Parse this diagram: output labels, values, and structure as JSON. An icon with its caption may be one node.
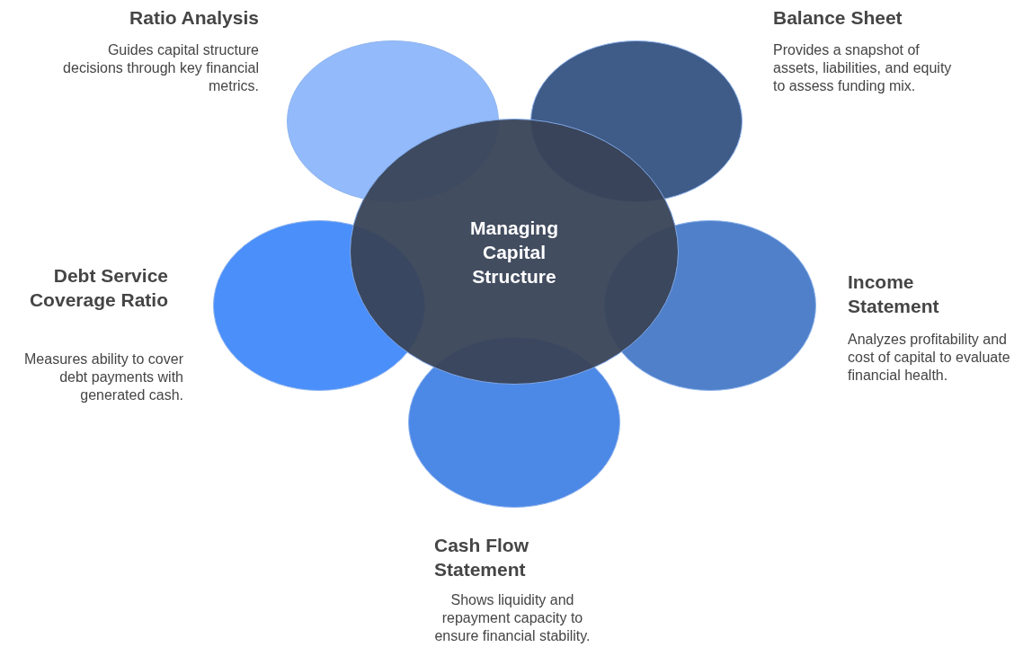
{
  "diagram": {
    "nodes": [
      {
        "text": [
          "Ratio Analysis",
          "Guides capital structure decisions through key financial metrics."
        ]
      },
      {
        "text": [
          "Balance Sheet",
          "Provides a snapshot of assets, liabilities, and equity to assess funding mix."
        ]
      },
      {
        "text": [
          "Managing Capital Structure"
        ]
      },
      {
        "text": [
          "Debt Service Coverage Ratio",
          "Measures ability to cover debt payments with generated cash."
        ]
      },
      {
        "text": [
          "Income Statement",
          "Analyzes profitability and cost of capital to evaluate financial health."
        ]
      },
      {
        "text": [
          "Cash Flow Statement",
          "Shows liquidity and repayment capacity to ensure financial stability."
        ]
      }
    ]
  }
}
